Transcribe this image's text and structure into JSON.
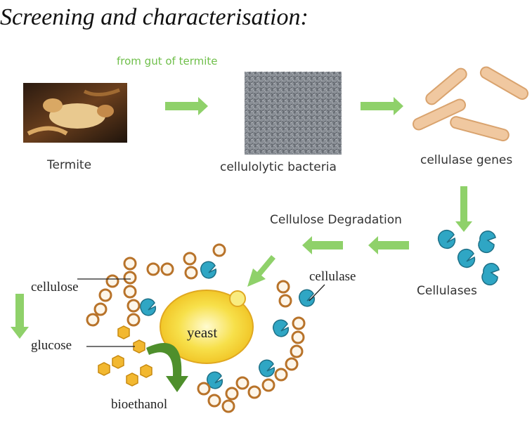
{
  "title": "Screening and characterisation:",
  "labels": {
    "from_gut": "from gut of termite",
    "termite": "Termite",
    "bacteria": "cellulolytic bacteria",
    "genes": "cellulase genes",
    "degradation": "Cellulose Degradation",
    "cellulases": "Cellulases",
    "cellulase": "cellulase",
    "cellulose": "cellulose",
    "glucose": "glucose",
    "yeast": "yeast",
    "bioethanol": "bioethanol"
  },
  "icons": {
    "arrow": "block-arrow-icon",
    "enzyme": "pacman-enzyme-icon",
    "sugar": "ring-sugar-icon"
  },
  "colors": {
    "arrow_green": "#8fd16a",
    "enzyme_blue": "#2fa6c4",
    "sugar_ring": "#b8732a",
    "glucose_fill": "#f2b830",
    "yeast_fill": "#f7e04a",
    "gene_fill": "#f0c8a0"
  }
}
